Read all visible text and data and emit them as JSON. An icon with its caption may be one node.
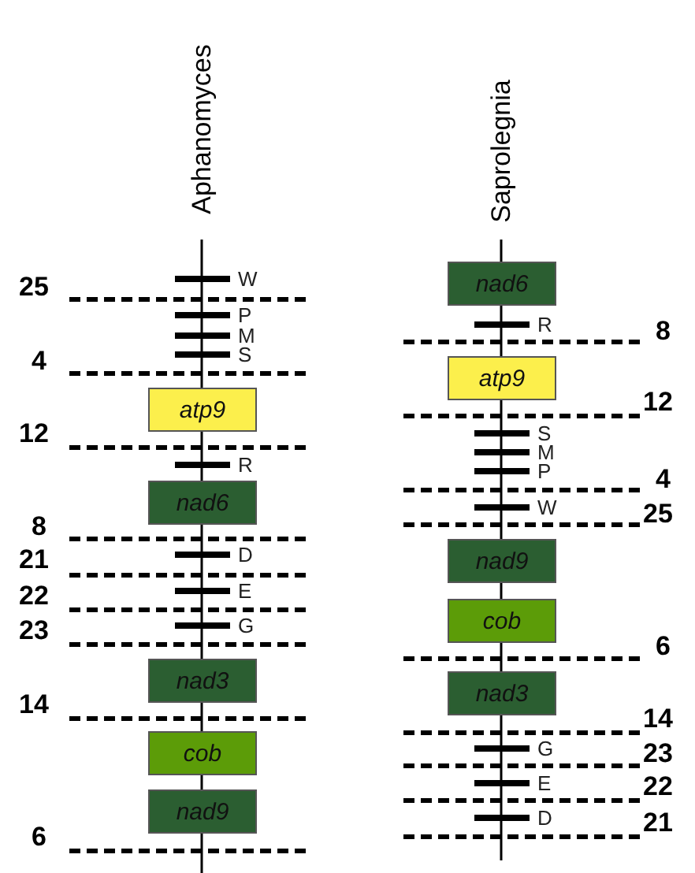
{
  "diagram": {
    "nodes": [
      {
        "text": [
          "atp9"
        ]
      },
      {
        "text": [
          "nad6"
        ]
      },
      {
        "text": [
          "nad3"
        ]
      },
      {
        "text": [
          "cob"
        ]
      },
      {
        "text": [
          "nad9"
        ]
      },
      {
        "text": [
          "nad6"
        ]
      },
      {
        "text": [
          "atp9"
        ]
      },
      {
        "text": [
          "nad9"
        ]
      },
      {
        "text": [
          "cob"
        ]
      },
      {
        "text": [
          "nad3"
        ]
      }
    ],
    "labels": [
      "Aphanomyces",
      "Saprolegnia",
      "25",
      "W",
      "P",
      "M",
      "4",
      "S",
      "12",
      "R",
      "8",
      "21",
      "D",
      "22",
      "E",
      "23",
      "G",
      "14",
      "6",
      "R",
      "8",
      "12",
      "S",
      "M",
      "P",
      "4",
      "W",
      "25",
      "6",
      "14",
      "G",
      "23",
      "E",
      "22",
      "D",
      "21"
    ]
  }
}
